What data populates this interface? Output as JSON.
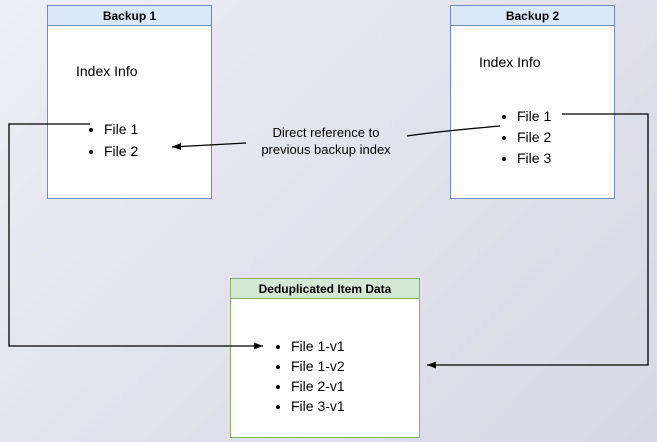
{
  "diagram": {
    "backup1": {
      "title": "Backup 1",
      "subtitle": "Index Info",
      "items": [
        "File 1",
        "File 2"
      ]
    },
    "backup2": {
      "title": "Backup 2",
      "subtitle": "Index Info",
      "items": [
        "File 1",
        "File 2",
        "File 3"
      ]
    },
    "dedup": {
      "title": "Deduplicated Item Data",
      "items": [
        "File 1-v1",
        "File 1-v2",
        "File 2-v1",
        "File 3-v1"
      ]
    },
    "annotation": {
      "line1": "Direct reference to",
      "line2": "previous backup index"
    },
    "colors": {
      "blue_header_bg": "#dae8fc",
      "blue_border": "#6c8ebf",
      "green_header_bg": "#d5e8d4",
      "green_border": "#82b366",
      "arrow": "#000000"
    }
  }
}
